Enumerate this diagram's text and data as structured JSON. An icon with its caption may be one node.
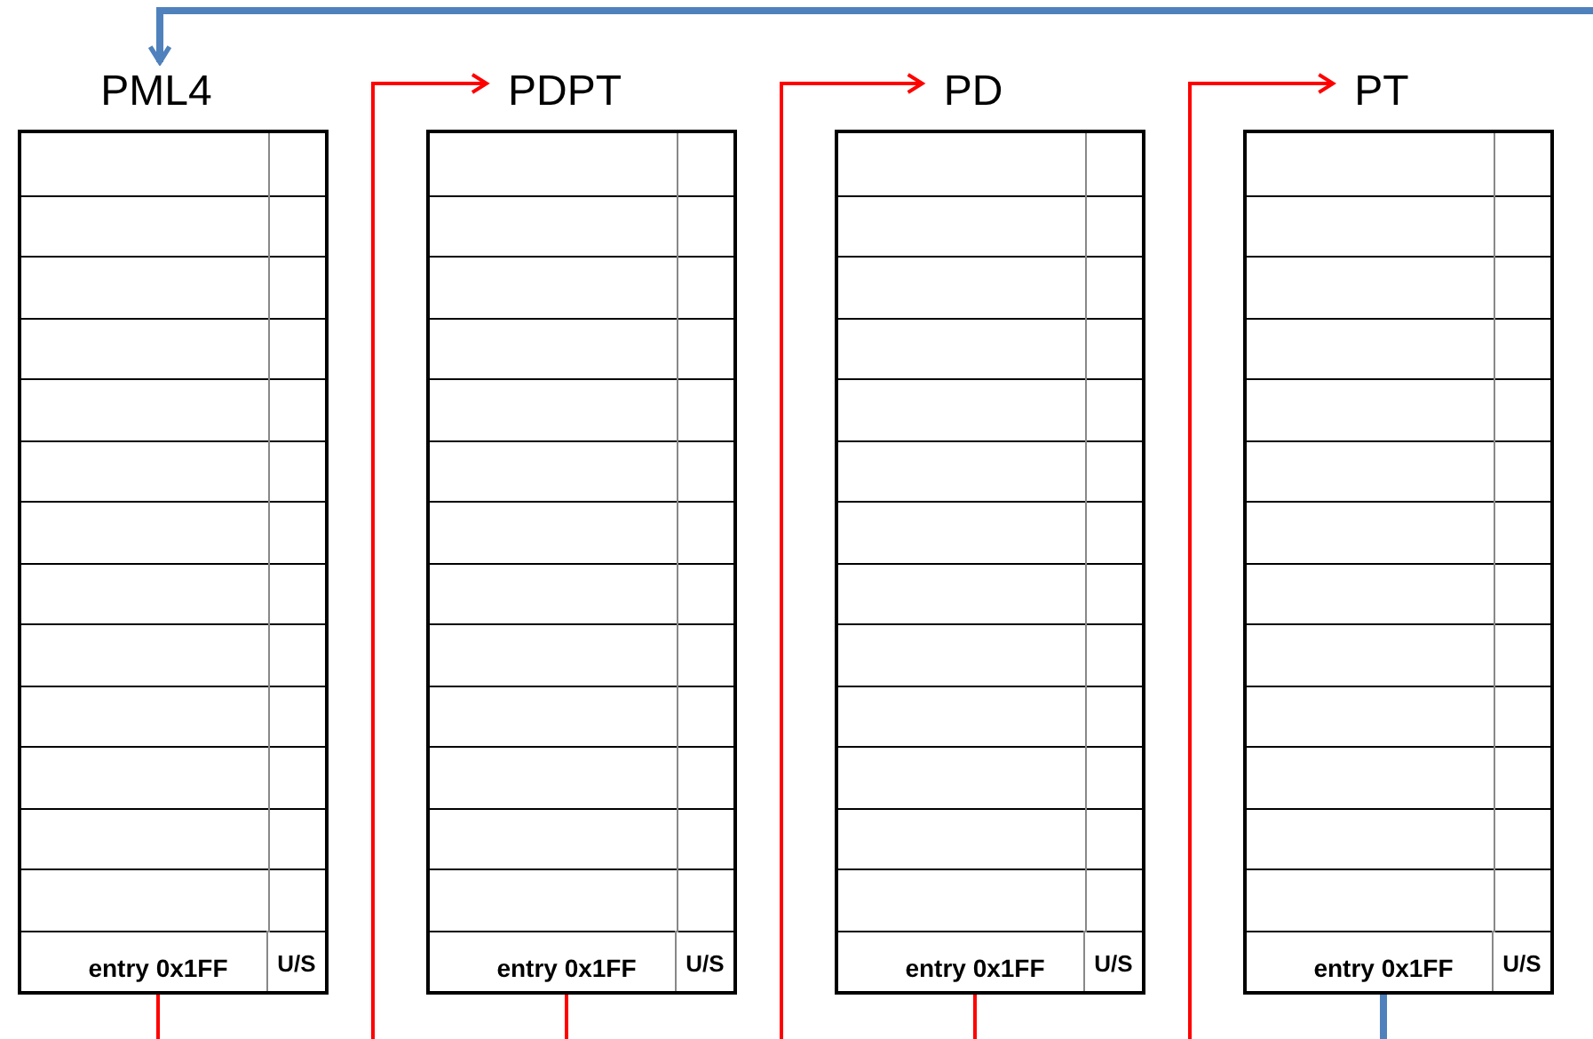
{
  "diagram": {
    "nodes": [
      {
        "text": [
          "PML4"
        ]
      },
      {
        "text": [
          "entry 0x1FF",
          "U/S"
        ],
        "in": 0
      },
      {
        "text": [
          "PDPT"
        ]
      },
      {
        "text": [
          "entry 0x1FF",
          "U/S"
        ],
        "in": 2
      },
      {
        "text": [
          "PD"
        ]
      },
      {
        "text": [
          "entry 0x1FF",
          "U/S"
        ],
        "in": 4
      },
      {
        "text": [
          "PT"
        ]
      },
      {
        "text": [
          "entry 0x1FF",
          "U/S"
        ],
        "in": 6
      }
    ],
    "edges": [
      {
        "from": 1,
        "to": 2,
        "arrow": "to"
      },
      {
        "from": 3,
        "to": 4,
        "arrow": "to"
      },
      {
        "from": 5,
        "to": 6,
        "arrow": "to"
      },
      {
        "from": 7,
        "to": 0,
        "arrow": "to",
        "color": "#4f81bd",
        "style": "thick"
      }
    ]
  }
}
